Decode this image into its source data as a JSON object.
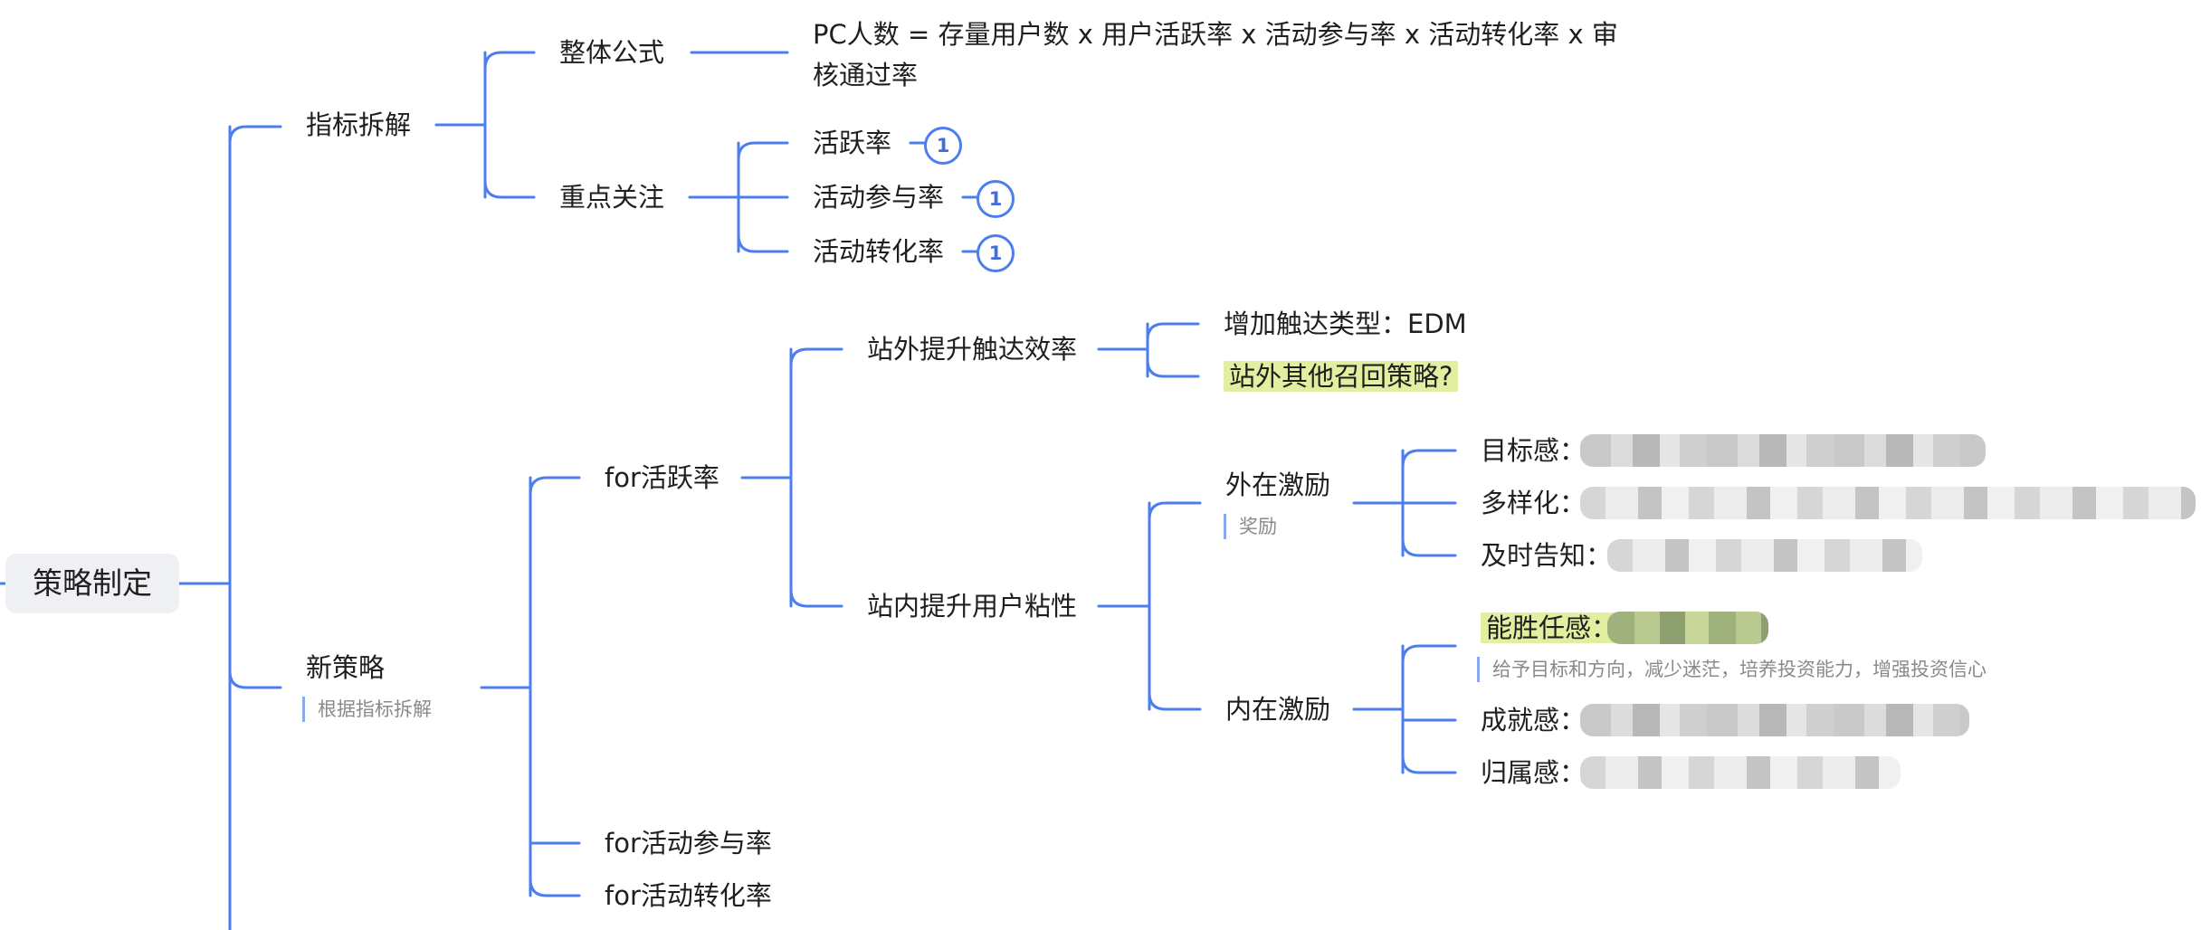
{
  "colors": {
    "line": "#4d7ef0",
    "badge": "#3f6fe0",
    "highlight": "#e3eea0",
    "root_bg": "#eef0f3",
    "note_text": "#8a8a8a"
  },
  "root": {
    "label": "策略制定"
  },
  "decompose": {
    "label": "指标拆解",
    "formula": {
      "label": "整体公式",
      "text": "PC人数 = 存量用户数 x 用户活跃率 x 活动参与率 x 活动转化率 x 审核通过率"
    },
    "focus": {
      "label": "重点关注",
      "items": [
        {
          "label": "活跃率",
          "badge": "1"
        },
        {
          "label": "活动参与率",
          "badge": "1"
        },
        {
          "label": "活动转化率",
          "badge": "1"
        }
      ]
    }
  },
  "new_strategy": {
    "label": "新策略",
    "note": "根据指标拆解",
    "active": {
      "label": "for活跃率",
      "offsite": {
        "label": "站外提升触达效率",
        "items": [
          {
            "label": "增加触达类型：EDM"
          },
          {
            "label": "站外其他召回策略?"
          }
        ]
      },
      "onsite": {
        "label": "站内提升用户粘性",
        "external": {
          "label": "外在激励",
          "note": "奖励",
          "items": [
            {
              "label": "目标感："
            },
            {
              "label": "多样化："
            },
            {
              "label": "及时告知："
            }
          ]
        },
        "internal": {
          "label": "内在激励",
          "items": [
            {
              "label": "能胜任感：",
              "note": "给予目标和方向，减少迷茫，培养投资能力，增强投资信心"
            },
            {
              "label": "成就感："
            },
            {
              "label": "归属感："
            }
          ]
        }
      }
    },
    "participation": {
      "label": "for活动参与率"
    },
    "conversion": {
      "label": "for活动转化率"
    }
  }
}
